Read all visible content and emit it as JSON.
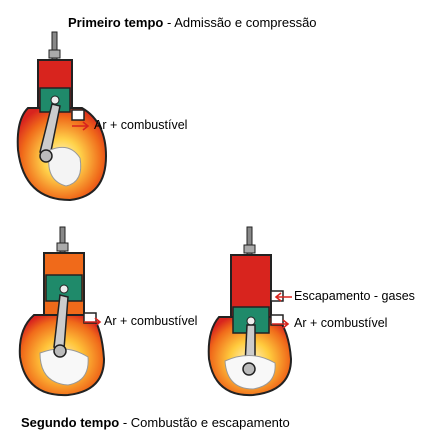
{
  "first_stroke": {
    "title": "Primeiro tempo",
    "subtitle": " - Admissão e compressão",
    "label_intake": "Ar + combustível"
  },
  "second_stroke": {
    "title": "Segundo tempo",
    "subtitle": " - Combustão e escapamento",
    "label_intake_left": "Ar + combustível",
    "label_exhaust": "Escapamento - gases",
    "label_intake_right": "Ar + combustível"
  },
  "colors": {
    "outline": "#1a1a1a",
    "hot_red": "#d8241e",
    "flame_orange": "#f06a1a",
    "glow_yellow": "#ffd24a",
    "piston_green": "#1f8a6a",
    "metal_gray": "#c8c8c8"
  }
}
